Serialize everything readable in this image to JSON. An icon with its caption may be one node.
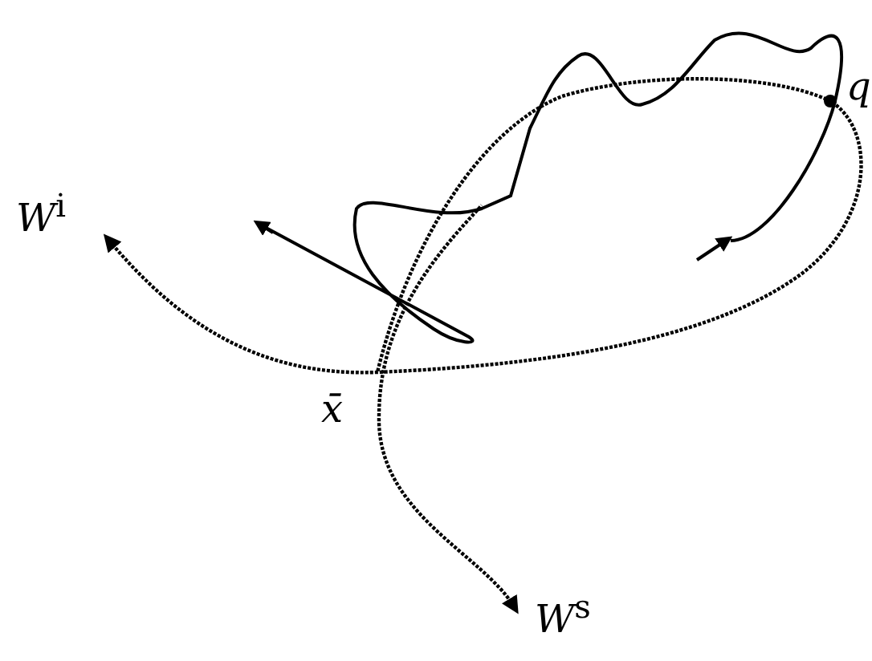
{
  "diagram": {
    "labels": [
      "*W*$^{i}$",
      "q",
      "x̄",
      "*W*$^{s}$"
    ]
  }
}
